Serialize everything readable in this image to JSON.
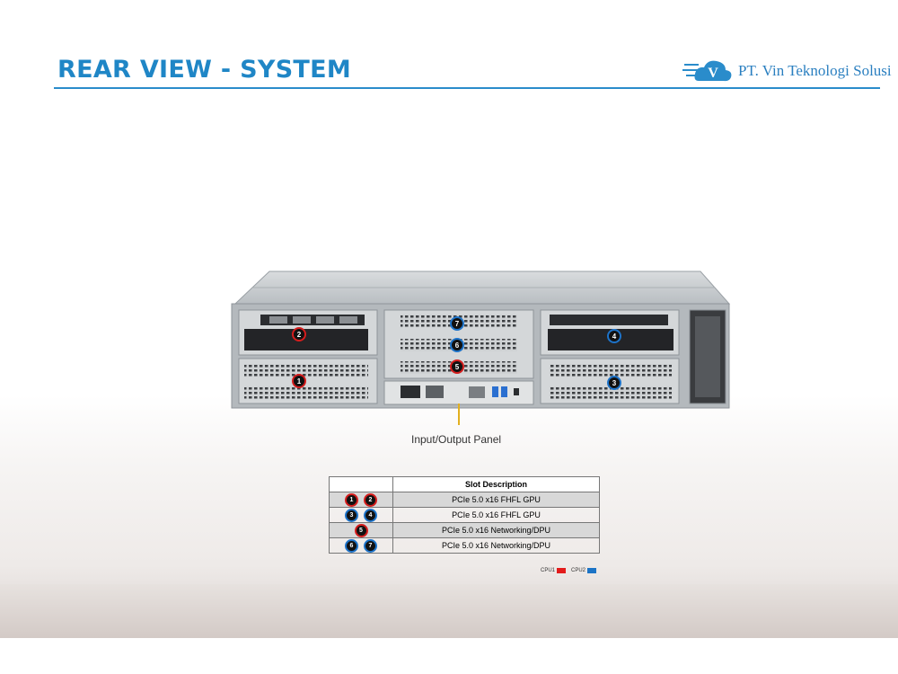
{
  "header": {
    "title": "REAR VIEW - SYSTEM",
    "company": "PT. Vin Teknologi Solusi",
    "logo_letter": "V"
  },
  "server": {
    "slot_markers": [
      {
        "num": "2",
        "cpu": "cpu1"
      },
      {
        "num": "1",
        "cpu": "cpu1"
      },
      {
        "num": "7",
        "cpu": "cpu2"
      },
      {
        "num": "6",
        "cpu": "cpu2"
      },
      {
        "num": "5",
        "cpu": "cpu1"
      },
      {
        "num": "4",
        "cpu": "cpu2"
      },
      {
        "num": "3",
        "cpu": "cpu2"
      }
    ],
    "io_label": "Input/Output  Panel"
  },
  "slot_table": {
    "header": "Slot Description",
    "rows": [
      {
        "badges": [
          "1",
          "2"
        ],
        "cpus": [
          "cpu1",
          "cpu1"
        ],
        "desc": "PCIe 5.0 x16 FHFL GPU"
      },
      {
        "badges": [
          "3",
          "4"
        ],
        "cpus": [
          "cpu2",
          "cpu2"
        ],
        "desc": "PCIe 5.0 x16 FHFL GPU"
      },
      {
        "badges": [
          "5"
        ],
        "cpus": [
          "cpu1"
        ],
        "desc": "PCIe 5.0 x16 Networking/DPU"
      },
      {
        "badges": [
          "6",
          "7"
        ],
        "cpus": [
          "cpu2",
          "cpu2"
        ],
        "desc": "PCIe 5.0 x16 Networking/DPU"
      }
    ]
  },
  "legend": {
    "cpu1_label": "CPU1",
    "cpu1_color": "#e31b1b",
    "cpu2_label": "CPU2",
    "cpu2_color": "#1c74c6"
  }
}
